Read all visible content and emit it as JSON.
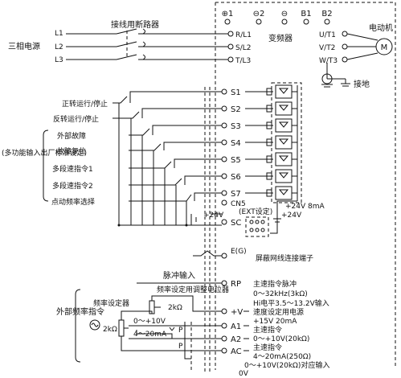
{
  "top_terminals": [
    "⊕1",
    "⊖2",
    "⊖",
    "B1",
    "B2"
  ],
  "breaker": {
    "label": "接线用断路器"
  },
  "supply": {
    "label": "三相电源",
    "lines": [
      "L1",
      "L2",
      "L3"
    ]
  },
  "input_terminals": [
    "R/L1",
    "S/L2",
    "T/L3"
  ],
  "inverter": {
    "label": "变频器"
  },
  "output_terminals": [
    "U/T1",
    "V/T2",
    "W/T3"
  ],
  "motor": {
    "label": "电动机",
    "symbol": "M"
  },
  "ground": {
    "label": "接地"
  },
  "contact_terminals": [
    "S1",
    "S2",
    "S3",
    "S4",
    "S5",
    "S6",
    "S7",
    "CN5",
    "SC"
  ],
  "functions": [
    "正转运行/停止",
    "反转运行/停止",
    "外部故障",
    "故障复位",
    "多段速指令1",
    "多段速指令2",
    "点动频率选择"
  ],
  "multi_function_note": "(多功能输入出厂标准设定)",
  "supply_24v": "+24V",
  "ext_setting": "(EXT设定)",
  "spec_24v": "+24V 8mA",
  "shield": {
    "terminal": "E(G)",
    "label": "屏蔽网线连接端子"
  },
  "pulse_input": "脉冲输入",
  "analog_terminals": [
    "RP",
    "+V",
    "A1",
    "A2",
    "AC"
  ],
  "annotations": {
    "rp_title": "主速指令脉冲",
    "rp_range": "0～32kHz(3kΩ)",
    "rp_level": "Hi电平3.5～13.2V输入",
    "v_title": "速度设定用电源",
    "v_spec": "+15V 20mA",
    "a1_title": "主速指令",
    "a1_range": "0～+10V(20kΩ)",
    "a2_title": "主速指令",
    "a2_range": "4～20mA(250Ω)",
    "a2_alt": "0～+10V(20kΩ)对应输入",
    "zero_v": "0V"
  },
  "external_freq": "外部频率指令",
  "freq_setter": "频率设定器",
  "freq_setter_r": "2kΩ",
  "adjust_pot": "频率设定用调整电位器",
  "adjust_pot_r": "2kΩ",
  "v_range": "0～+10V",
  "ma_range": "4～20mA",
  "p_label": "P"
}
